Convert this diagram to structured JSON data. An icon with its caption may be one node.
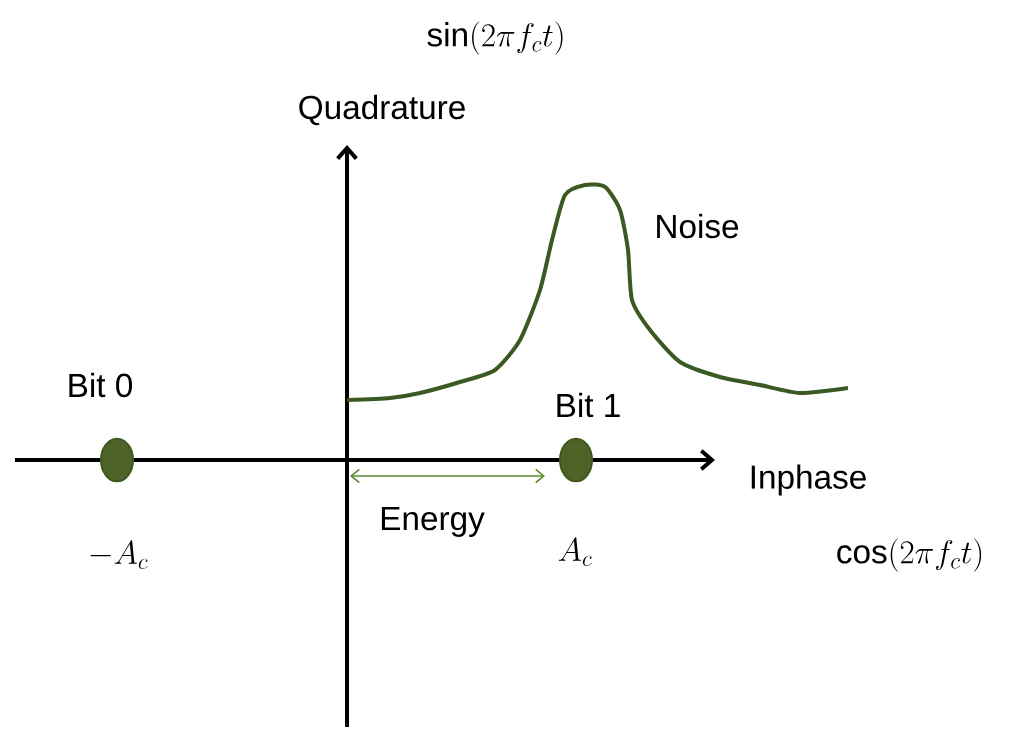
{
  "diagram": {
    "labels": [
      "\\sin(2\\pi f_c t)",
      "Quadrature",
      "Noise",
      "Bit 0",
      "Bit 1",
      "Inphase",
      "Energy",
      "-A_c",
      "A_c",
      "\\cos(2\\pi f_c t)"
    ]
  }
}
